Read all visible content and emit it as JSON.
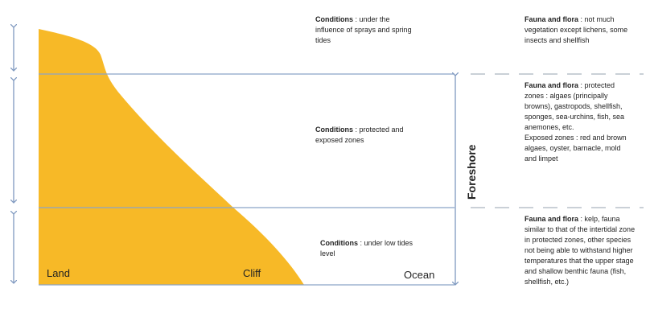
{
  "labels": {
    "land": "Land",
    "cliff": "Cliff",
    "ocean": "Ocean",
    "foreshore": "Foreshore"
  },
  "conditions": {
    "prefix": "Conditions",
    "top": " : under the influence of sprays and spring tides",
    "middle": " : protected and exposed zones",
    "bottom": " : under low tides level"
  },
  "fauna": {
    "prefix": "Fauna and flora",
    "top": " : not much vegetation except lichens, some insects and shellfish",
    "middle": " : protected zones : algaes (principally browns), gastropods, shellfish, sponges, sea-urchins, fish, sea anemones, etc.",
    "middle_extra": "Exposed zones : red and brown algaes, oyster, barnacle, mold and limpet",
    "bottom": " : kelp, fauna similar to that of the intertidal zone in protected zones, other species not being able to withstand higher temperatures that the upper stage and shallow benthic fauna (fish, shellfish, etc.)"
  },
  "colors": {
    "cliff_fill": "#f7b927",
    "lines": "#8aa4c8",
    "dashes": "#aab3bf",
    "arrows": "#7f99c0"
  }
}
